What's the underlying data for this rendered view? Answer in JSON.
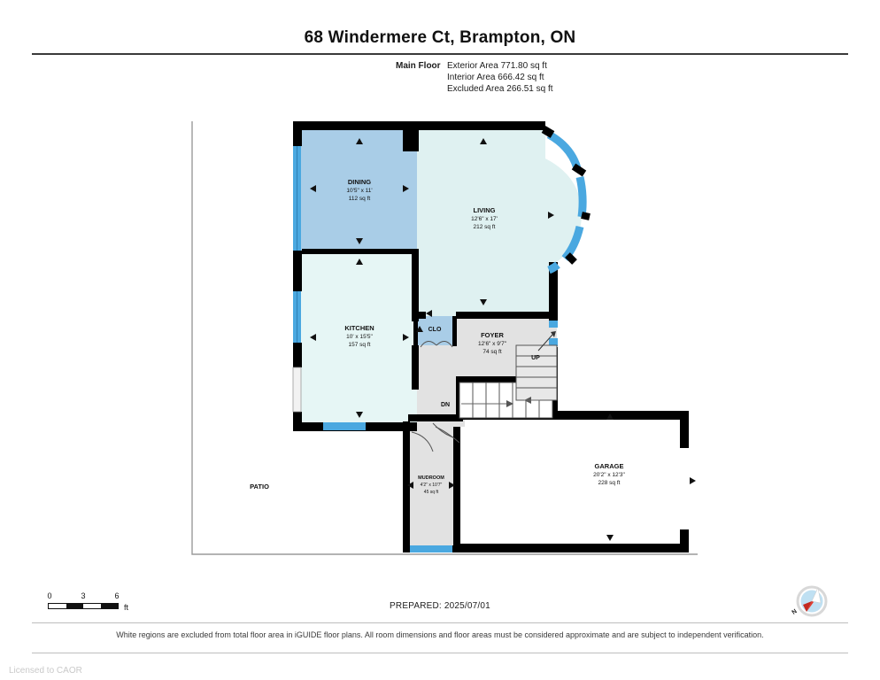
{
  "header": {
    "title": "68 Windermere Ct, Brampton, ON",
    "floor_label": "Main Floor",
    "areas": [
      "Exterior Area 771.80 sq ft",
      "Interior Area 666.42 sq ft",
      "Excluded Area 266.51 sq ft"
    ]
  },
  "rooms": {
    "dining": {
      "name": "DINING",
      "dims": "10'5\" x 11'",
      "area": "112 sq ft",
      "fill": "#a9cde7"
    },
    "living": {
      "name": "LIVING",
      "dims": "12'6\" x 17'",
      "area": "212 sq ft",
      "fill": "#dff1f1"
    },
    "kitchen": {
      "name": "KITCHEN",
      "dims": "10' x 15'5\"",
      "area": "157 sq ft",
      "fill": "#e6f6f5"
    },
    "closet": {
      "name": "CLO",
      "dims": "",
      "area": "",
      "fill": "#a9cde7"
    },
    "foyer": {
      "name": "FOYER",
      "dims": "12'6\" x 9'7\"",
      "area": "74 sq ft",
      "fill": "#e2e2e2"
    },
    "mudroom": {
      "name": "MUDROOM",
      "dims": "4'2\" x 10'7\"",
      "area": "45 sq ft",
      "fill": "#e2e2e2"
    },
    "garage": {
      "name": "GARAGE",
      "dims": "20'2\" x 12'3\"",
      "area": "228 sq ft",
      "fill": "#ffffff"
    },
    "patio": {
      "name": "PATIO",
      "dims": "",
      "area": "",
      "fill": "#ffffff"
    }
  },
  "stairs": {
    "up_label": "UP",
    "dn_label": "DN"
  },
  "scale": {
    "ticks": [
      "0",
      "3",
      "6"
    ],
    "unit": "ft"
  },
  "footer": {
    "prepared": "PREPARED: 2025/07/01",
    "disclaimer": "White regions are excluded from total floor area in iGUIDE floor plans. All room dimensions and floor areas must be considered approximate and are subject to independent verification.",
    "licensed": "Licensed to CAOR"
  },
  "compass": {
    "north_label": "N"
  },
  "colors": {
    "wall": "#000000",
    "window": "#4aa8e0",
    "room_blue": "#a9cde7",
    "room_cyan": "#dff1f1",
    "room_gray": "#e2e2e2",
    "outline": "#9a9a9a"
  }
}
